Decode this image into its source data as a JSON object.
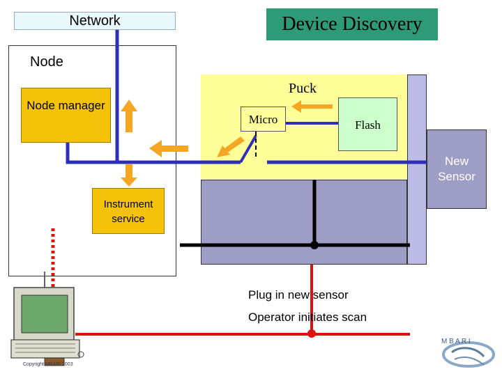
{
  "title": "Device Discovery",
  "network_label": "Network",
  "node_label": "Node",
  "node_manager_label": "Node manager",
  "instrument_service_label": "Instrument service",
  "puck_label": "Puck",
  "micro_label": "Micro",
  "flash_label": "Flash",
  "new_sensor_label": "New Sensor",
  "steps": [
    "Plug in new sensor",
    "Operator initiates scan"
  ],
  "footer_copyright": "Copyright MBARI 2003",
  "logo_text": "M B A R I",
  "colors": {
    "network_line": "#2e2eb8",
    "arrow": "#f5a623",
    "sensor_bus": "#000000",
    "operator_line": "#e01010",
    "title_bg": "#2e9a78",
    "node_manager_bg": "#f5c20a",
    "puck_bg": "#ffff99",
    "flash_bg": "#ccffcc",
    "sensor_bg": "#9d9dc5"
  }
}
